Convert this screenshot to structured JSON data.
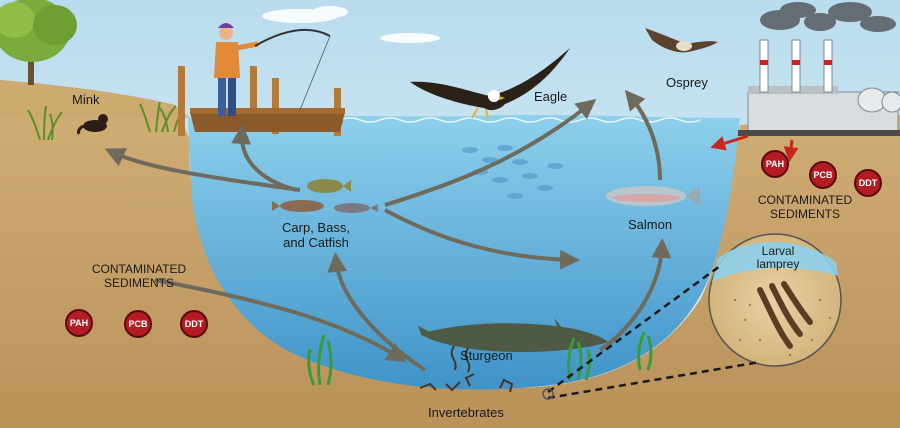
{
  "labels": {
    "mink": "Mink",
    "eagle": "Eagle",
    "osprey": "Osprey",
    "carp_line1": "Carp, Bass,",
    "carp_line2": "and Catfish",
    "salmon": "Salmon",
    "sturgeon": "Sturgeon",
    "invertebrates": "Invertebrates",
    "larval_line1": "Larval",
    "larval_line2": "lamprey",
    "contaminated_left_line1": "CONTAMINATED",
    "contaminated_left_line2": "SEDIMENTS",
    "contaminated_right_line1": "CONTAMINATED",
    "contaminated_right_line2": "SEDIMENTS"
  },
  "badges_left": [
    "PAH",
    "PCB",
    "DDT"
  ],
  "badges_right": [
    "PAH",
    "PCB",
    "DDT"
  ],
  "colors": {
    "sky": "#d6e9f2",
    "water": "#7ec4e3",
    "water_deep": "#4a9fd0",
    "sediment": "#c7a46a",
    "arrow": "#6e6a5c",
    "badge": "#b41c24"
  }
}
